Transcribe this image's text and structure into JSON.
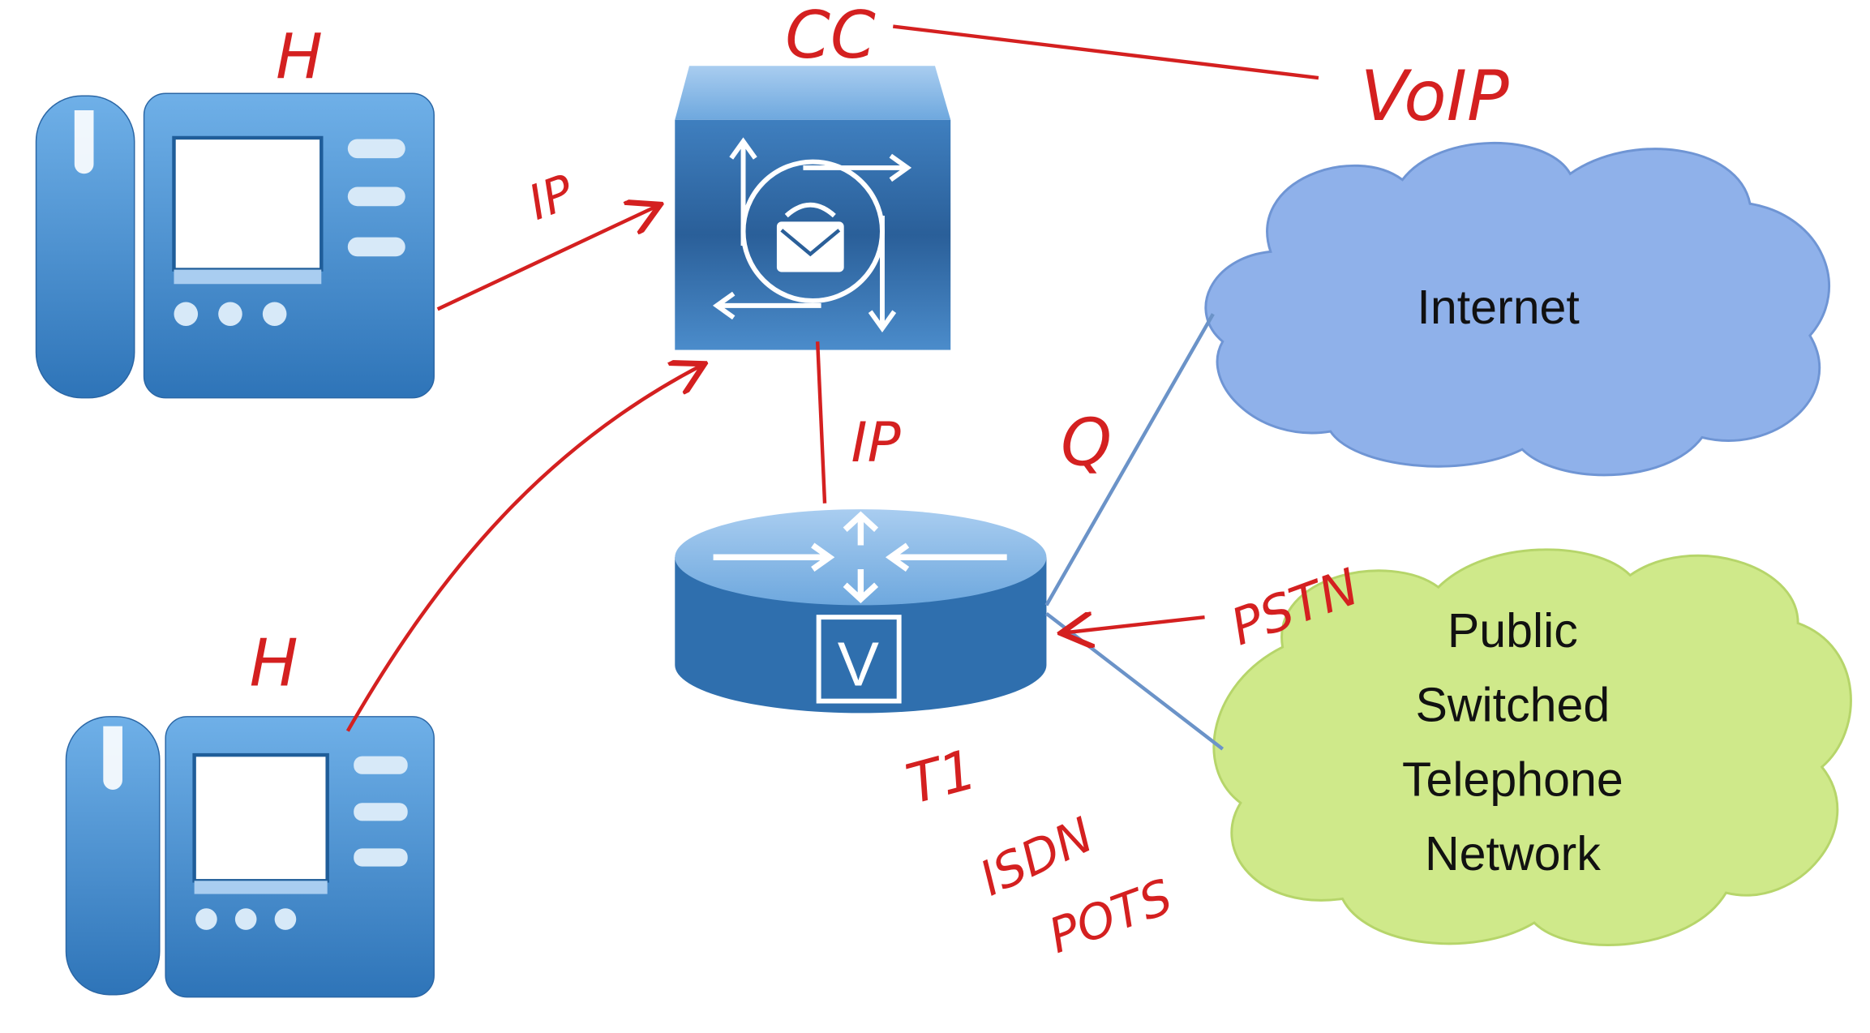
{
  "clouds": {
    "internet": {
      "label": "Internet",
      "color": "#8fb1ea"
    },
    "pstn": {
      "lines": [
        "Public",
        "Switched",
        "Telephone",
        "Network"
      ],
      "color": "#cfe98a"
    }
  },
  "devices": {
    "router_badge": "V"
  },
  "annotations": {
    "phone_top_label": "H",
    "phone_bottom_label": "H",
    "call_manager_label": "CC",
    "voip_label": "VoIP",
    "ip_top": "IP",
    "ip_middle": "IP",
    "q_label": "Q",
    "pstn_label": "PSTN",
    "t1_label": "T1",
    "isdn_label": "ISDN",
    "pots_label": "POTS"
  },
  "colors": {
    "device_blue": "#3d86c8",
    "ink_red": "#d42020",
    "link_blue": "#6b93c8"
  }
}
